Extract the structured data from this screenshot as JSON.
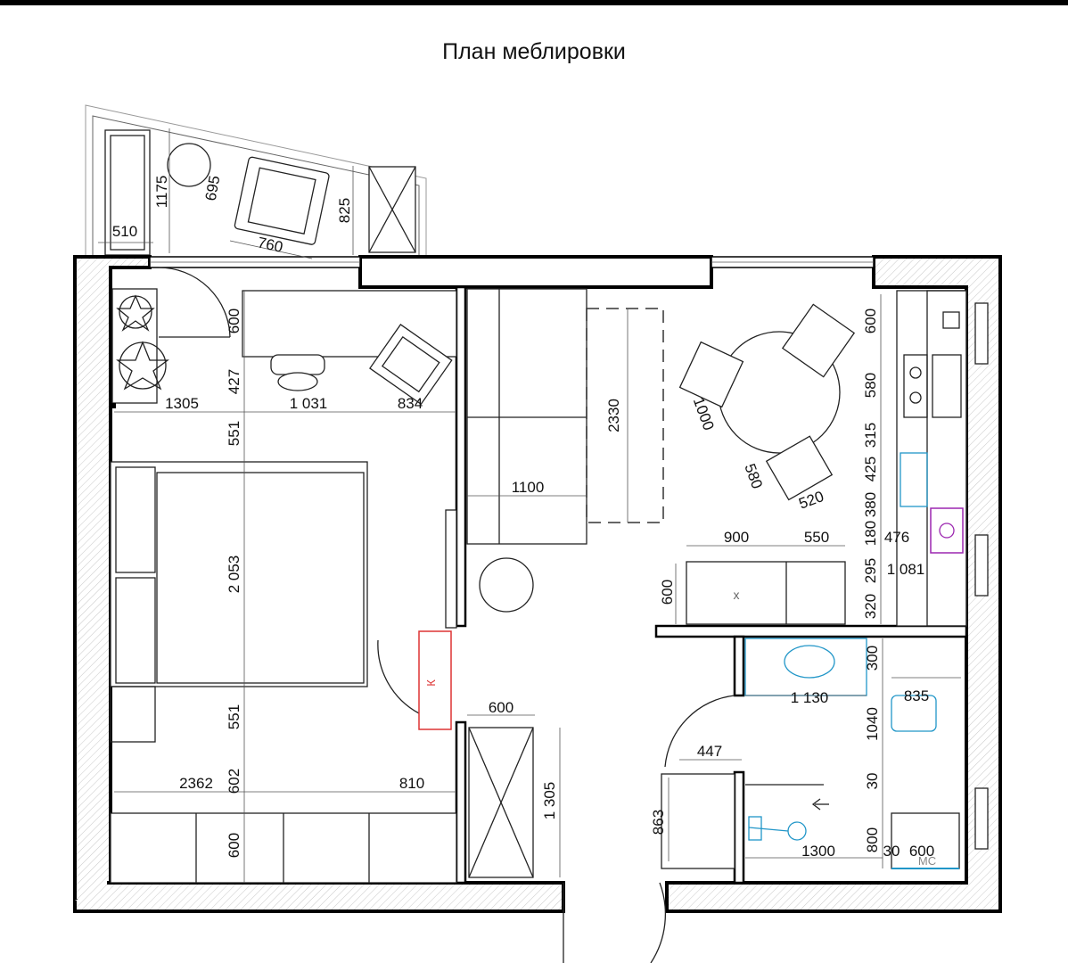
{
  "title": "План меблировки",
  "labels": {
    "wardrobe_mark": "К",
    "sink_cabinet_mark": "х",
    "washer_mark": "МС"
  },
  "dimensions": {
    "balcony_depth": "1175",
    "balcony_width": "510",
    "balcony_table": "695",
    "balcony_chair_w": "760",
    "balcony_chair_h": "825",
    "desk_depth": "600",
    "chair_zone": "427",
    "bedroom_left": "1305",
    "desk_length": "1 031",
    "desk_right": "834",
    "bed_top_gap": "551",
    "bed_length": "2 053",
    "bed_bottom_gap": "551",
    "wardrobe_gap": "602",
    "bedroom_width": "2362",
    "bedroom_right": "810",
    "wardrobe_depth": "600",
    "sofa_length": "2330",
    "sofa_depth": "1100",
    "dining_zone": "1000",
    "chair_w": "580",
    "chair_d": "520",
    "kitchen_top": "600",
    "kitchen_hob": "580",
    "kitchen_a": "315",
    "kitchen_b": "425",
    "kitchen_c": "380",
    "kitchen_d": "180",
    "kitchen_e": "476",
    "kitchen_f": "295",
    "kitchen_g": "1 081",
    "kitchen_h": "320",
    "island_a": "900",
    "island_b": "550",
    "island_depth": "600",
    "hall_closet_w": "600",
    "hall_closet_l": "1 305",
    "bath_sink": "1 130",
    "bath_sink_depth": "300",
    "bath_shower": "835",
    "bath_gap": "1040",
    "bath_door": "447",
    "bath_shelf": "863",
    "bath_tub_gap": "30",
    "bath_tub": "800",
    "bath_length": "1300",
    "bath_washer_gap": "30",
    "bath_washer": "600"
  }
}
